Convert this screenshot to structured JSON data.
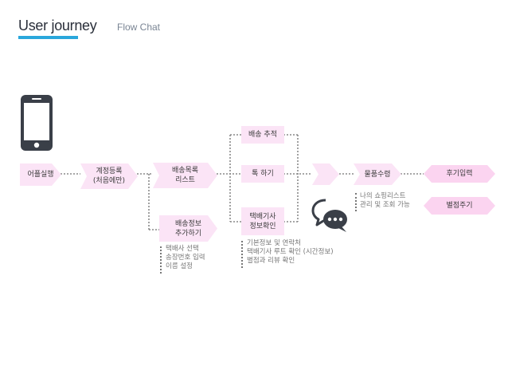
{
  "header": {
    "title": "User journey",
    "subtitle": "Flow Chat"
  },
  "nodes": {
    "app_launch": "어플실행",
    "account_register": "계정등록\n(처음에만)",
    "delivery_list": "배송목록\n리스트",
    "add_delivery_info": "배송정보\n추가하기",
    "tracking": "배송 추적",
    "talk": "톡 하기",
    "courier_info": "택배기사\n정보확인",
    "receive_item": "물품수령",
    "write_review": "후기입력",
    "give_rating": "별점주기"
  },
  "notes": {
    "add_delivery": "택배사 선택\n송장번호 입력\n이름 설정",
    "courier": "기본정보 및 연락처\n택배기사 루트 확인 (시간정보)\n별점과 리뷰 확인",
    "receive": "나의 쇼핑리스트\n관리 및 조회 가능"
  },
  "icons": {
    "phone": "smartphone-icon",
    "chat": "chat-bubbles-icon",
    "chevron": "chevron-right-icon"
  },
  "colors": {
    "node_fill": "#fbe4f6",
    "accent": "#2aa7dc",
    "icon": "#3a3f48",
    "connector": "#8a8a8a"
  }
}
